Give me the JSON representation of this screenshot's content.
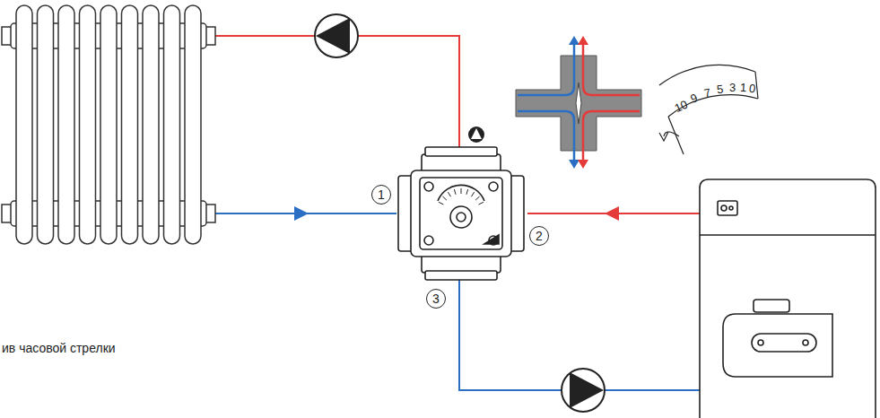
{
  "diagram": {
    "nodes": [
      {
        "text": [
          "1"
        ]
      },
      {
        "text": [
          "2"
        ]
      },
      {
        "text": [
          "3"
        ]
      }
    ],
    "labels": [
      "10",
      "9",
      "7",
      "5",
      "3",
      "1",
      "0",
      "ив часовой стрелки"
    ]
  }
}
